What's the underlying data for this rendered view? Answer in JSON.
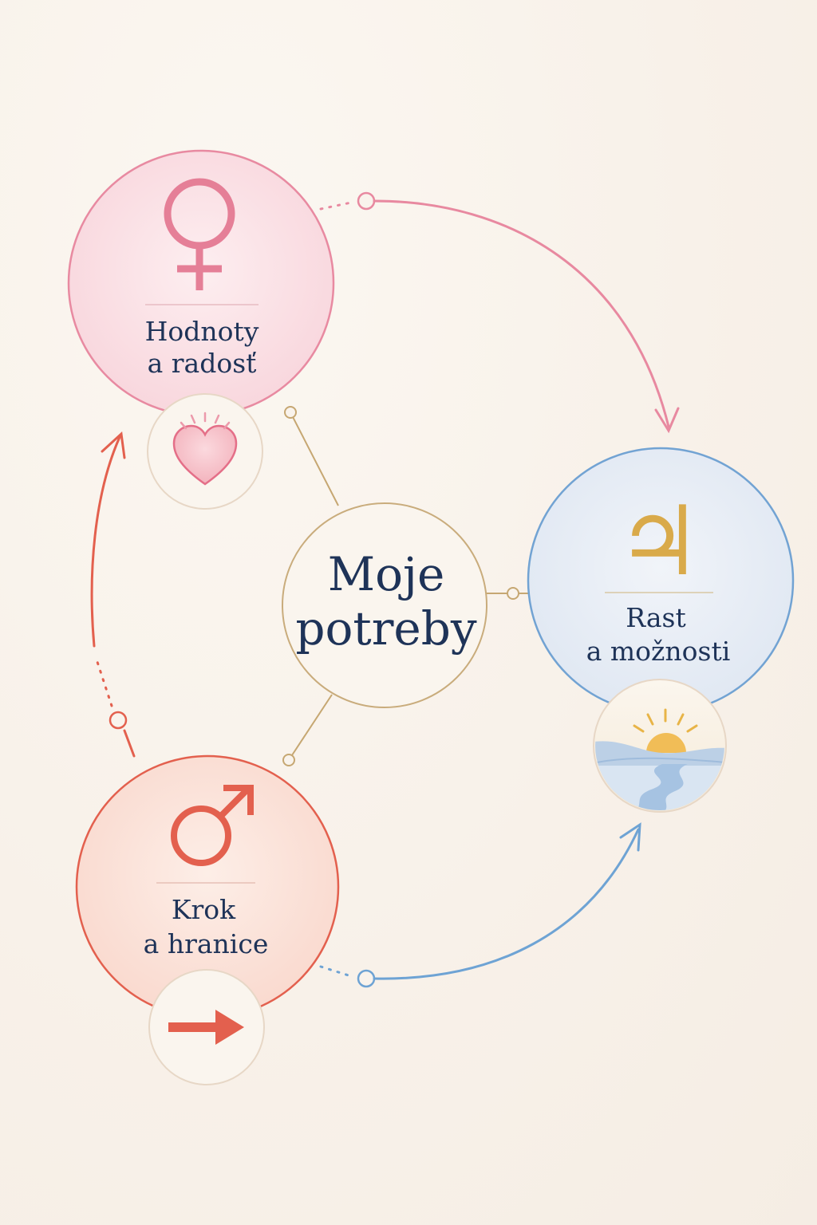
{
  "center": {
    "line1": "Moje",
    "line2": "potreby"
  },
  "nodes": {
    "venus": {
      "symbol": "venus-symbol",
      "line1": "Hodnoty",
      "line2": "a radosť",
      "badge_icon": "heart-icon",
      "color": "#e57f97"
    },
    "jupiter": {
      "symbol": "jupiter-symbol",
      "glyph": "♃",
      "line1": "Rast",
      "line2": "a možnosti",
      "badge_icon": "sunrise-landscape-icon",
      "color": "#6ea0d2"
    },
    "mars": {
      "symbol": "mars-symbol",
      "line1": "Krok",
      "line2": "a hranice",
      "badge_icon": "arrow-right-icon",
      "color": "#e3604e"
    }
  },
  "connector_color": "#c6a772"
}
